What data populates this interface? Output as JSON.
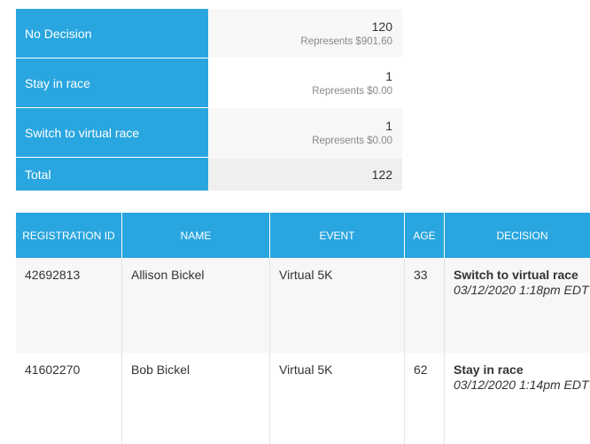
{
  "summary": [
    {
      "label": "No Decision",
      "count": "120",
      "represents": "Represents $901.60"
    },
    {
      "label": "Stay in race",
      "count": "1",
      "represents": "Represents $0.00"
    },
    {
      "label": "Switch to virtual race",
      "count": "1",
      "represents": "Represents $0.00"
    }
  ],
  "total": {
    "label": "Total",
    "count": "122"
  },
  "table": {
    "headers": [
      "REGISTRATION ID",
      "NAME",
      "EVENT",
      "AGE",
      "DECISION"
    ],
    "rows": [
      {
        "id": "42692813",
        "name": "Allison Bickel",
        "event": "Virtual 5K",
        "age": "33",
        "decision": "Switch to virtual race",
        "time": "03/12/2020 1:18pm EDT"
      },
      {
        "id": "41602270",
        "name": "Bob Bickel",
        "event": "Virtual 5K",
        "age": "62",
        "decision": "Stay in race",
        "time": "03/12/2020 1:14pm EDT"
      }
    ]
  },
  "colors": {
    "header_blue": "#29a6df",
    "row_alt": "#f7f7f7"
  }
}
